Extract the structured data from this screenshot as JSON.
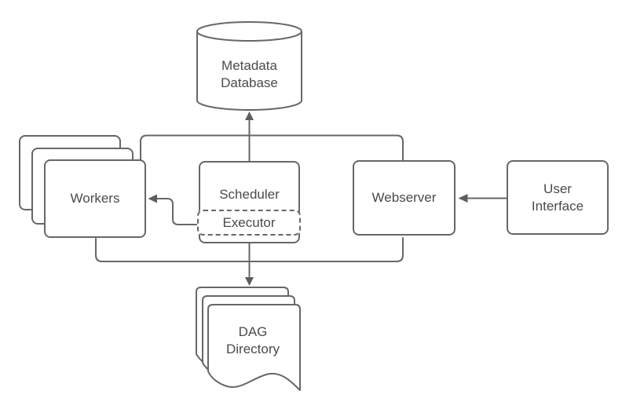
{
  "diagram": {
    "type": "architecture-flowchart",
    "background_color": "#ffffff",
    "stroke_color": "#676767",
    "text_color": "#4a4a4a",
    "shape_fill_color": "#ffffff"
  },
  "nodes": {
    "metadata_database": {
      "label": "Metadata\nDatabase",
      "shape": "cylinder"
    },
    "workers": {
      "label": "Workers",
      "shape": "stacked-rounded-rectangles",
      "stack_count": 3
    },
    "scheduler": {
      "label": "Scheduler",
      "shape": "rounded-rectangle"
    },
    "executor": {
      "label": "Executor",
      "shape": "dashed-rounded-rectangle"
    },
    "webserver": {
      "label": "Webserver",
      "shape": "rounded-rectangle"
    },
    "user_interface": {
      "label": "User\nInterface",
      "shape": "rounded-rectangle"
    },
    "dag_directory": {
      "label": "DAG\nDirectory",
      "shape": "stacked-documents",
      "stack_count": 3
    }
  },
  "edges": [
    {
      "from": "scheduler",
      "to": "metadata_database",
      "style": "arrow"
    },
    {
      "from": "executor",
      "to": "workers",
      "style": "arrow"
    },
    {
      "from": "user_interface",
      "to": "webserver",
      "style": "arrow"
    },
    {
      "from": "executor",
      "to": "dag_directory",
      "style": "arrow"
    },
    {
      "from": "workers",
      "to": "webserver",
      "style": "line",
      "via": "top-bus-joining-database-arrow"
    },
    {
      "from": "workers",
      "to": "webserver",
      "style": "line",
      "via": "bottom-bus-joining-dag-arrow"
    }
  ]
}
